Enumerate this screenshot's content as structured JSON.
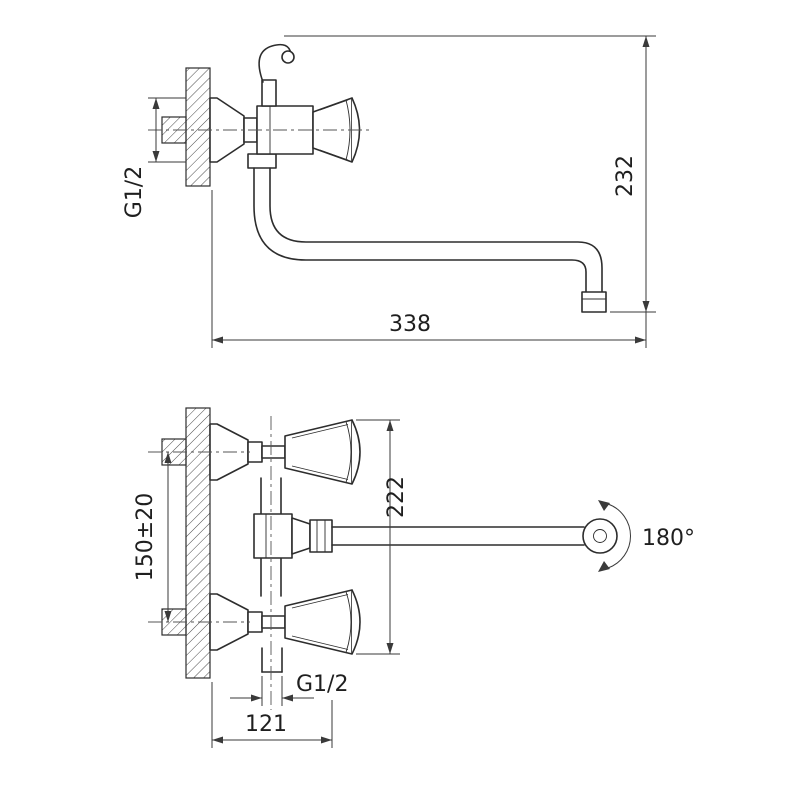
{
  "drawing": {
    "side_view": {
      "inlet_thread_label": "G1/2",
      "height_label": "232",
      "reach_label": "338"
    },
    "front_view": {
      "pipe_spacing_label": "150±20",
      "body_span_label": "222",
      "swivel_angle_label": "180°",
      "outlet_thread_label": "G1/2",
      "projection_label": "121"
    },
    "colors": {
      "object_line": "#2d2d2d",
      "dimension_line": "#3a3a3a",
      "text": "#1f1f1f",
      "background": "#ffffff"
    }
  }
}
